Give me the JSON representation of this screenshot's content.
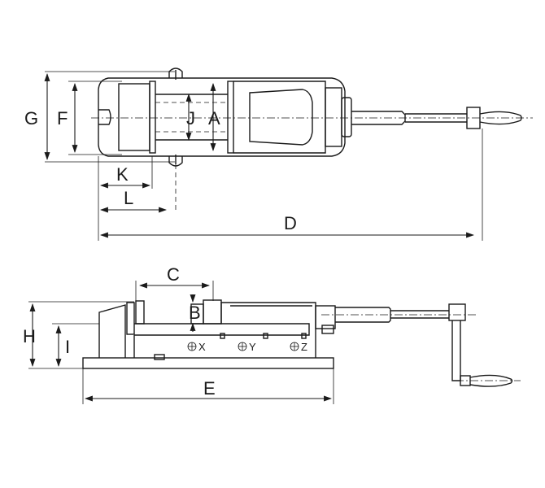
{
  "top_view": {
    "dimensions": {
      "G": "G",
      "F": "F",
      "J": "J",
      "A": "A",
      "K": "K",
      "L": "L",
      "D": "D"
    }
  },
  "side_view": {
    "dimensions": {
      "C": "C",
      "B": "B",
      "H": "H",
      "I": "I",
      "E": "E"
    },
    "mount_points": [
      "X",
      "Y",
      "Z"
    ]
  }
}
